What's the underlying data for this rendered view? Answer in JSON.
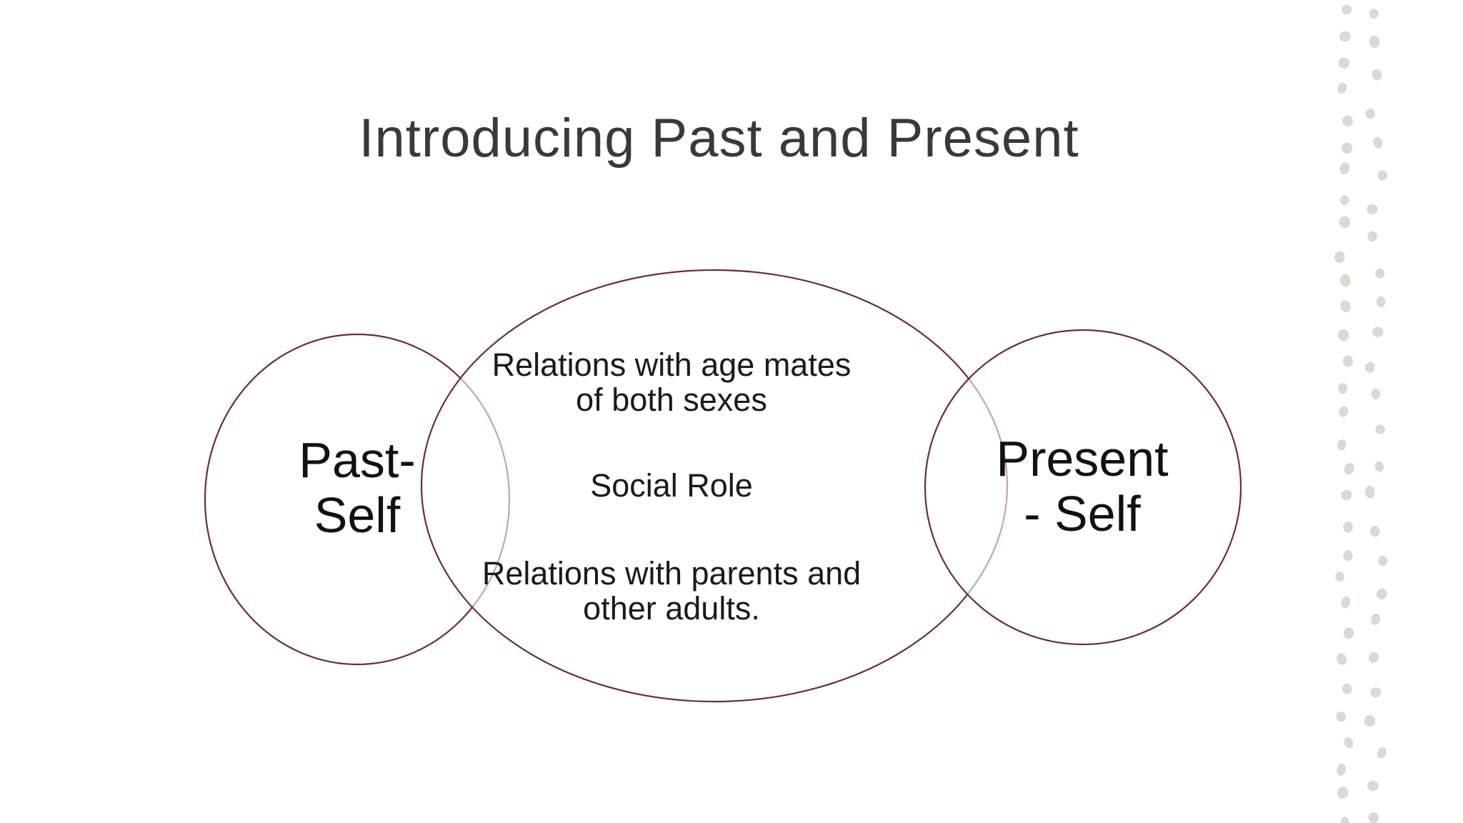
{
  "slide": {
    "title": "Introducing Past and Present",
    "colors": {
      "background": "#ffffff",
      "accent": "#6b2b42",
      "title": "#37393c",
      "text": "#1a1a1a",
      "dots": "#dcd8d4"
    }
  },
  "venn": {
    "left_circle": {
      "label": "Past-\nSelf"
    },
    "right_circle": {
      "label": "Present\n- Self"
    },
    "center_ellipse": {
      "items": [
        "Relations with age mates\nof both sexes",
        "Social Role",
        "Relations with parents and\nother adults."
      ]
    }
  }
}
